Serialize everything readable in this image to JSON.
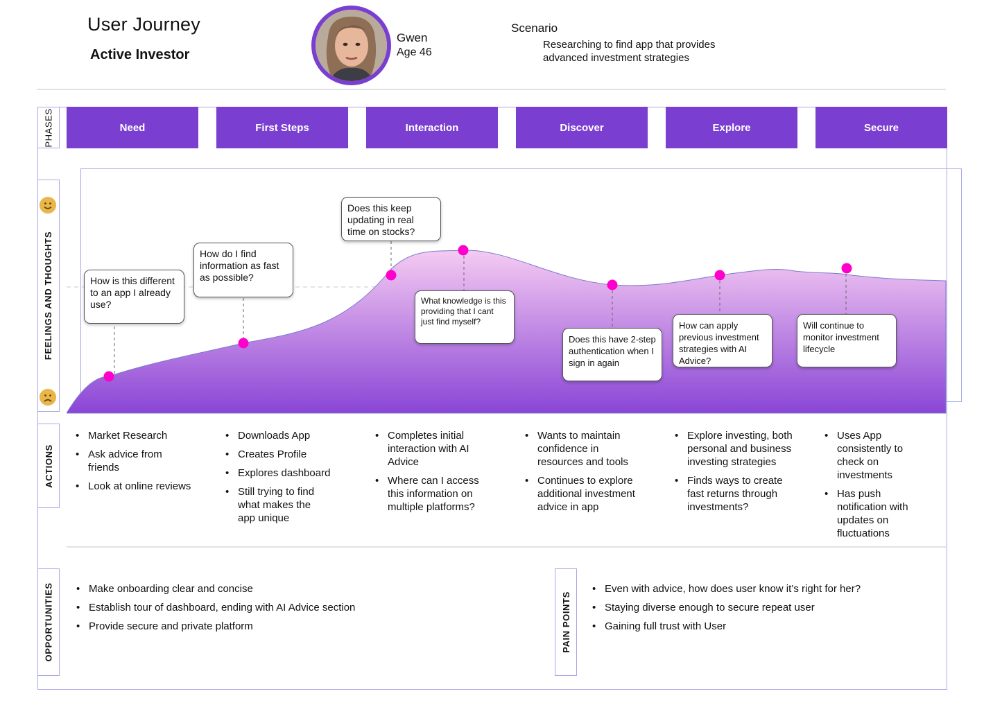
{
  "header": {
    "title": "User Journey",
    "subtitle": "Active Investor"
  },
  "persona": {
    "name": "Gwen",
    "age": "Age 46",
    "scenario_label": "Scenario",
    "scenario_text": "Researching to find app that provides advanced investment strategies"
  },
  "rows": {
    "phases": "PHASES",
    "feelings": "FEELINGS AND THOUGHTS",
    "actions": "ACTIONS",
    "opportunities": "OPPORTUNITIES",
    "pain_points": "PAIN POINTS"
  },
  "phases": [
    "Need",
    "First Steps",
    "Interaction",
    "Discover",
    "Explore",
    "Secure"
  ],
  "thoughts": [
    "How is this different to an app I already use?",
    "How do I find information as fast as possible?",
    "Does this keep updating in real time on stocks?",
    "What knowledge is this providing that I cant just find myself?",
    "Does this have 2-step authentication when I sign in again",
    "How can apply previous investment strategies with AI Advice?",
    "Will continue to monitor investment lifecycle"
  ],
  "actions": [
    [
      "Market Research",
      "Ask advice from friends",
      "Look at online reviews"
    ],
    [
      "Downloads App",
      "Creates Profile",
      "Explores dashboard",
      "Still trying to find what makes the app unique"
    ],
    [
      "Completes initial interaction with AI Advice",
      "Where can I access this information on multiple platforms?"
    ],
    [
      "Wants to maintain confidence in resources and tools",
      "Continues to explore additional investment advice in app"
    ],
    [
      "Explore investing, both personal and business investing strategies",
      "Finds ways to create fast returns through investments?"
    ],
    [
      "Uses App consistently to check on investments",
      "Has push notification with updates on fluctuations"
    ]
  ],
  "opportunities": [
    "Make onboarding clear and concise",
    "Establish tour of dashboard, ending with AI Advice section",
    " Provide secure and private platform"
  ],
  "pain_points": [
    "Even with advice, how does user know it’s right for her?",
    "Staying diverse enough to secure repeat user",
    "Gaining full trust with User"
  ],
  "colors": {
    "phase": "#7a3fd0",
    "marker": "#ff00cc",
    "frame": "#a7a7e8",
    "curve_top": "#f2c6f2",
    "curve_bottom": "#8a45d6"
  },
  "icons": {
    "happy": "happy-face-icon",
    "sad": "sad-face-icon"
  }
}
